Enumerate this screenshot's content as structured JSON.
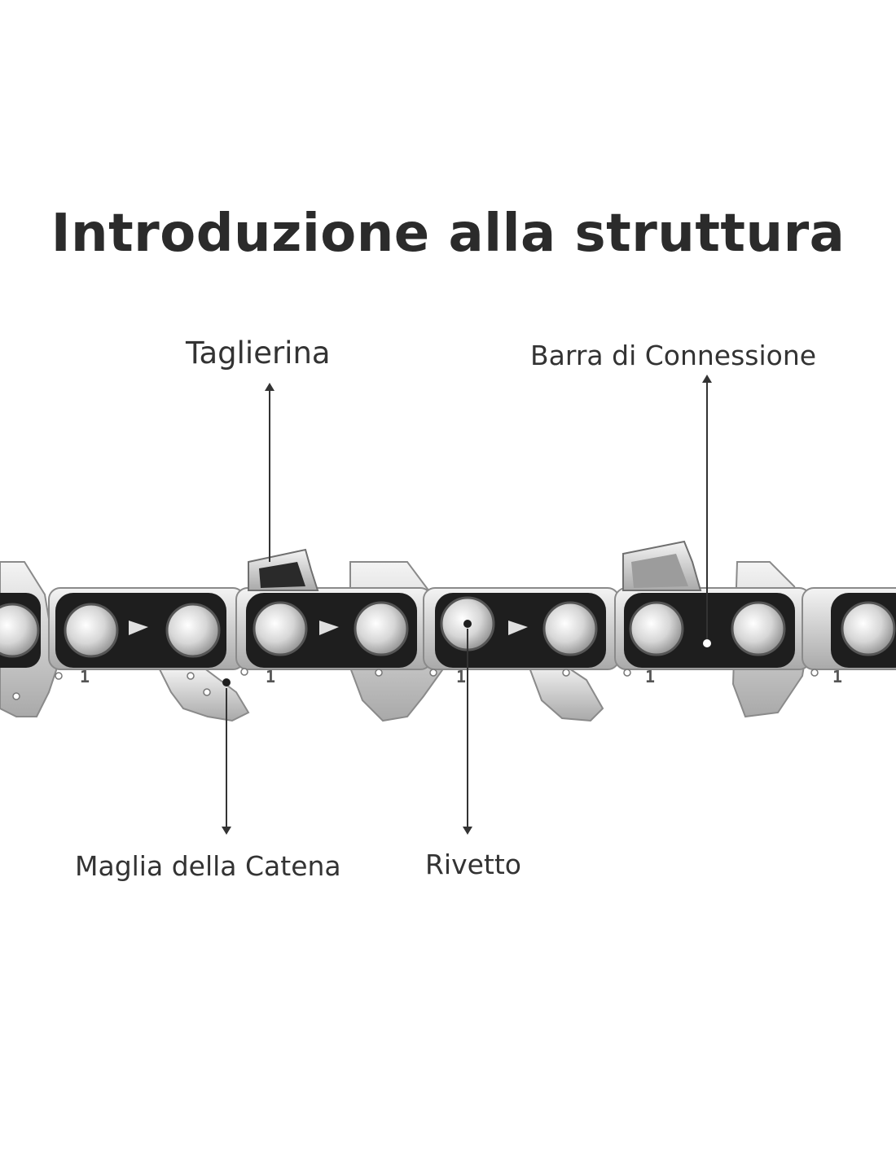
{
  "title": "Introduzione alla struttura",
  "labels": {
    "cutter": "Taglierina",
    "tie_strap": "Barra di Connessione",
    "drive_link": "Maglia della Catena",
    "rivet": "Rivetto"
  },
  "link_number": "1",
  "colors": {
    "text": "#2b2b2b",
    "chrome": "#c8c8c8",
    "black_plate": "#1e1e1e"
  }
}
